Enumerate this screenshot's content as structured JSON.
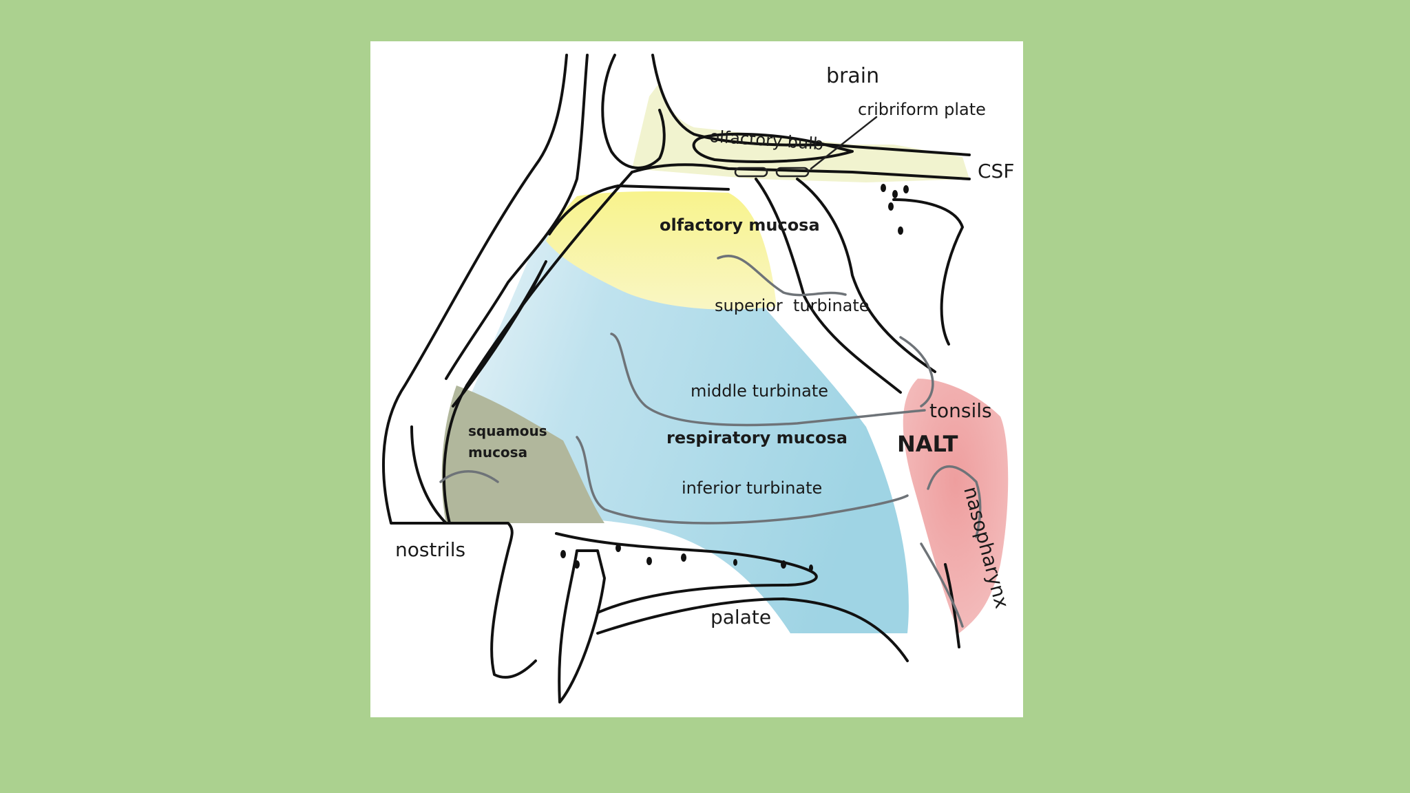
{
  "colors": {
    "background": "#abd18f",
    "panel": "#ffffff",
    "olfactory_mucosa": "#f7f39a",
    "respiratory_mucosa": "#a9d8e6",
    "squamous_mucosa": "#b1b79c",
    "nalt": "#f0a6a6",
    "csf": "#f1f3cf",
    "outline": "#111111",
    "turbinate": "#6e7378"
  },
  "labels": {
    "brain": "brain",
    "cribriform_plate": "cribriform plate",
    "olfactory_bulb": "olfactory bulb",
    "csf": "CSF",
    "olfactory_mucosa": "olfactory mucosa",
    "superior_turbinate": "superior  turbinate",
    "middle_turbinate": "middle turbinate",
    "tonsils": "tonsils",
    "nalt": "NALT",
    "squamous_line1": "squamous",
    "squamous_line2": "mucosa",
    "respiratory_mucosa": "respiratory mucosa",
    "inferior_turbinate": "inferior turbinate",
    "nasopharynx": "nasopharynx",
    "nostrils": "nostrils",
    "palate": "palate"
  }
}
